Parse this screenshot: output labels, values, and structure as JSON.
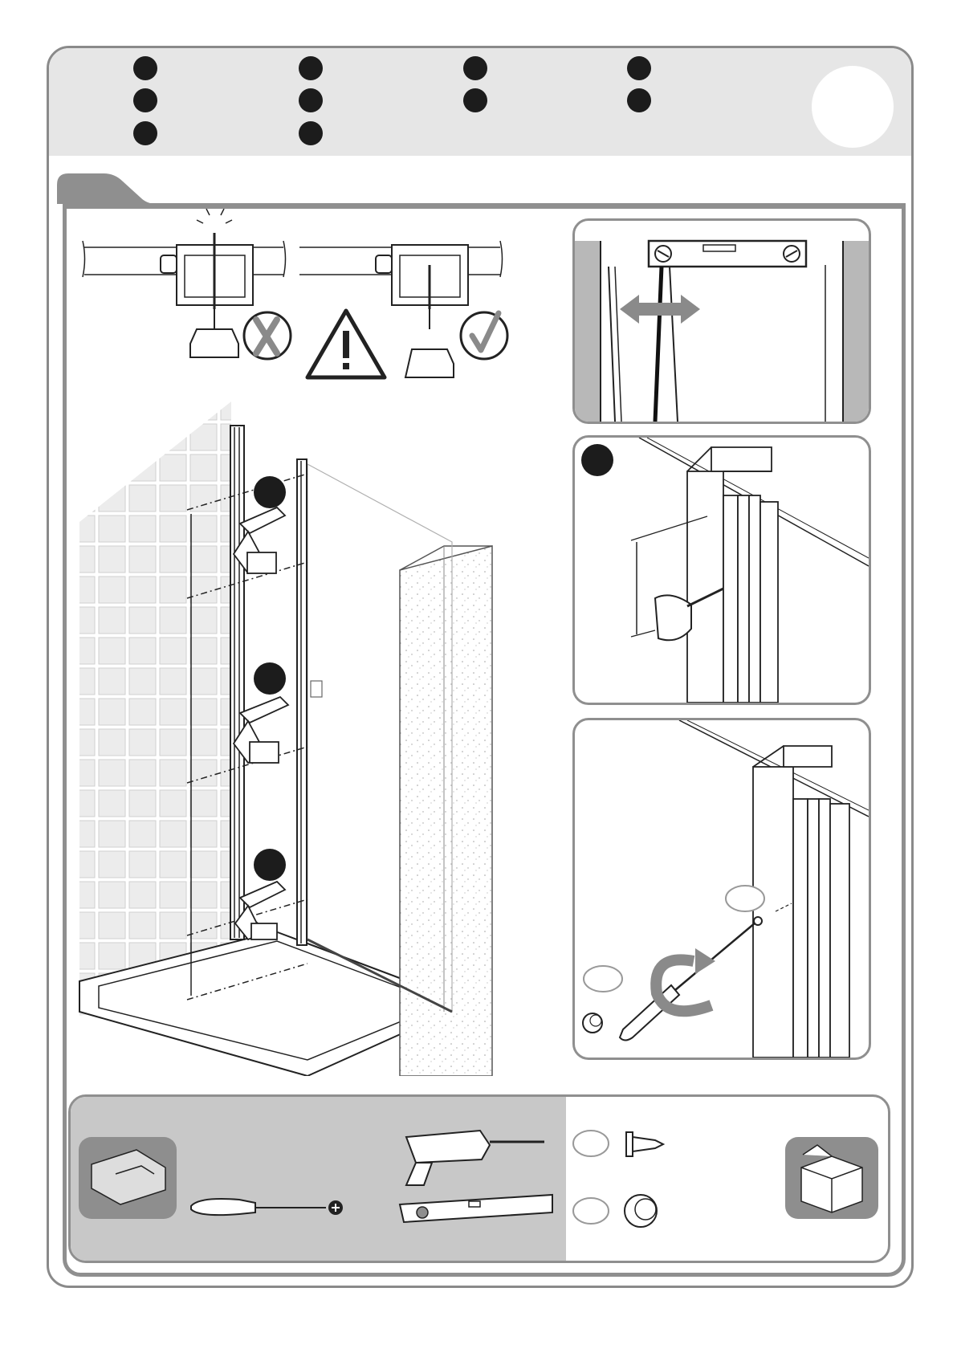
{
  "header": {
    "step_number": "",
    "language_markers": 10
  },
  "section_tab": {
    "label": ""
  },
  "warning": {
    "wrong_symbol": "X",
    "correct_symbol": "check",
    "warning_symbol": "!"
  },
  "panels": {
    "marker_a": "",
    "marker_b": "",
    "marker_c": "",
    "detail_marker": "",
    "screw_ref_1": "",
    "screw_ref_2": ""
  },
  "tools": {
    "parts": [
      {
        "ref": "",
        "icon": "screw-icon"
      },
      {
        "ref": "",
        "icon": "cap-icon"
      }
    ],
    "tool_icons": [
      "phillips-screwdriver-icon",
      "drill-icon",
      "spirit-level-icon"
    ],
    "packaging_icon": "open-box-icon",
    "profile_icon": "wall-profile-icon"
  },
  "colors": {
    "frame": "#8f8f8f",
    "header_bg": "#e6e6e6",
    "tools_bg": "#c8c8c8",
    "marker": "#1c1c1c"
  }
}
